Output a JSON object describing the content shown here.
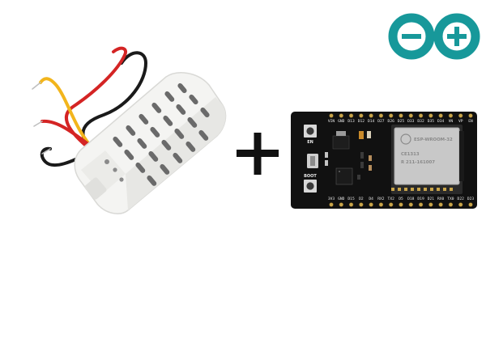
{
  "image": {
    "description_visible_items": [
      "temperature-humidity-sensor",
      "plus-sign",
      "esp32-board",
      "arduino-logo"
    ]
  },
  "colors": {
    "background": "#ffffff",
    "sensor_body": "#f4f4f2",
    "wire_red": "#d42424",
    "wire_yellow": "#f2b51c",
    "wire_black": "#1a1a1a",
    "board_pcb": "#111111",
    "pin_gold": "#c9a54a",
    "module_metal": "#c8c8c8",
    "arduino_teal": "#17989a",
    "plus_sign": "#111111"
  },
  "board": {
    "top_pins": [
      "VIN",
      "GND",
      "D13",
      "D12",
      "D14",
      "D27",
      "D26",
      "D25",
      "D33",
      "D32",
      "D35",
      "D34",
      "VN",
      "VP",
      "EN"
    ],
    "bottom_pins": [
      "3V3",
      "GND",
      "D15",
      "D2",
      "D4",
      "RX2",
      "TX2",
      "D5",
      "D18",
      "D19",
      "D21",
      "RX0",
      "TX0",
      "D22",
      "D23"
    ],
    "button_en": "EN",
    "button_boot": "BOOT",
    "module_lines": [
      "ESP-WROOM-32",
      "CE1313",
      "R 211-161007"
    ]
  }
}
